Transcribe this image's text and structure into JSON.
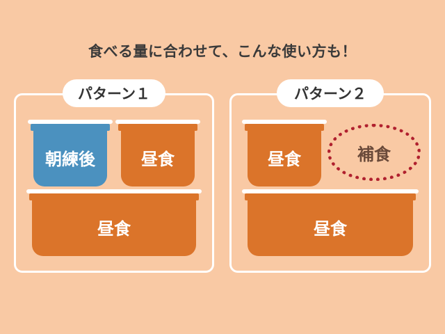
{
  "headline": "食べる量に合わせて、こんな使い方も！",
  "pattern1": {
    "title": "パターン１",
    "small_left_label": "朝練後",
    "small_right_label": "昼食",
    "large_label": "昼食"
  },
  "pattern2": {
    "title": "パターン２",
    "small_label": "昼食",
    "supplement_label": "補食",
    "large_label": "昼食"
  },
  "colors": {
    "background": "#f9c9a4",
    "orange": "#db742a",
    "blue": "#4b91bf",
    "dotted_border": "#b0202e"
  }
}
